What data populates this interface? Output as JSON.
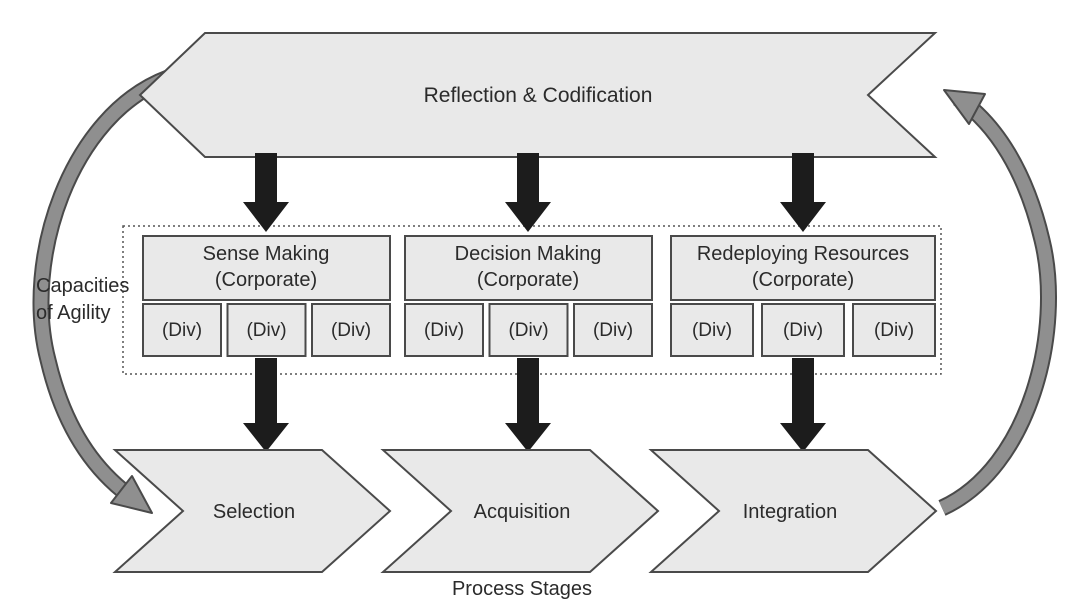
{
  "diagram": {
    "top_banner": {
      "label": "Reflection & Codification"
    },
    "capacities_label": {
      "line1": "Capacities",
      "line2": "of Agility"
    },
    "process_stages_label": "Process Stages",
    "groups": [
      {
        "title": "Sense Making",
        "subtitle": "(Corporate)",
        "divs": [
          "(Div)",
          "(Div)",
          "(Div)"
        ]
      },
      {
        "title": "Decision Making",
        "subtitle": "(Corporate)",
        "divs": [
          "(Div)",
          "(Div)",
          "(Div)"
        ]
      },
      {
        "title": "Redeploying Resources",
        "subtitle": "(Corporate)",
        "divs": [
          "(Div)",
          "(Div)",
          "(Div)"
        ]
      }
    ],
    "stages": [
      {
        "label": "Selection"
      },
      {
        "label": "Acquisition"
      },
      {
        "label": "Integration"
      }
    ],
    "colors": {
      "shape_fill": "#e9e9e9",
      "shape_stroke": "#4a4a4a",
      "flow_arrow": "#1c1c1c",
      "cycle_arrow_fill": "#8f8f8f",
      "cycle_arrow_stroke": "#4a4a4a"
    }
  }
}
